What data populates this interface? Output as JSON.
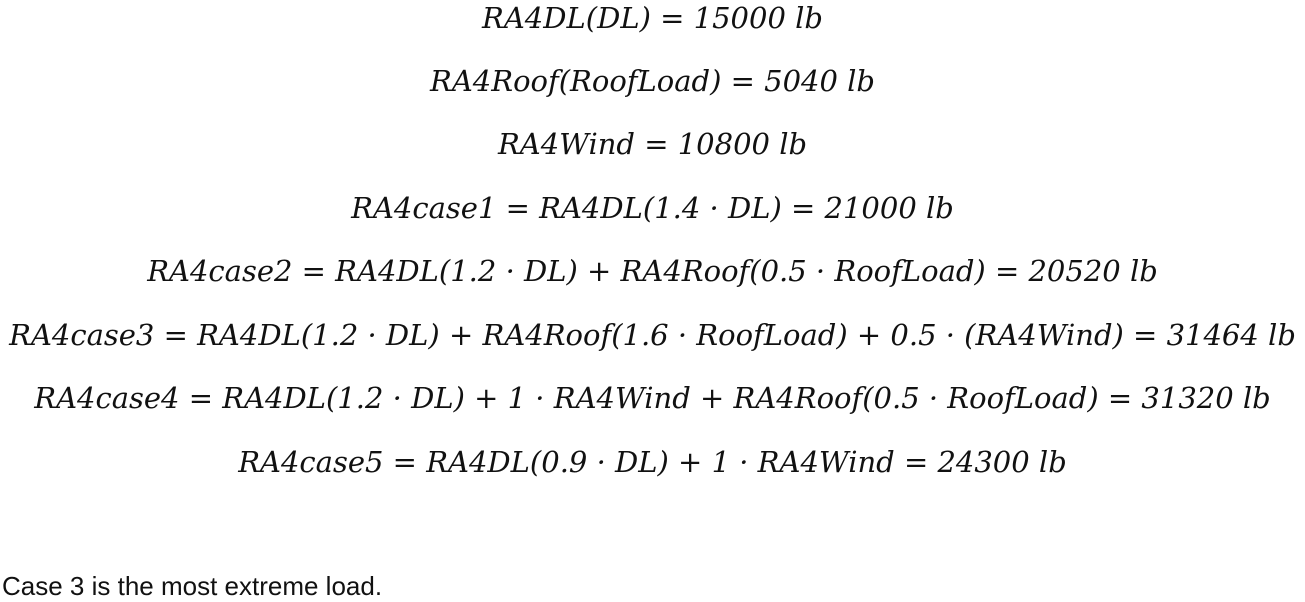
{
  "equations": [
    "RA4DL(DL) =  15000 lb",
    "RA4Roof(RoofLoad) = 5040 lb",
    "RA4Wind = 10800 lb",
    "RA4case1 = RA4DL(1.4 · DL) = 21000 lb",
    "RA4case2 = RA4DL(1.2 · DL)  +  RA4Roof(0.5 · RoofLoad) = 20520 lb",
    "RA4case3 = RA4DL(1.2 · DL)  +  RA4Roof(1.6 · RoofLoad) + 0.5 · (RA4Wind) = 31464 lb",
    "RA4case4 = RA4DL(1.2 · DL)  + 1 · RA4Wind +  RA4Roof(0.5 · RoofLoad) = 31320 lb",
    "RA4case5 = RA4DL(0.9 · DL)  + 1 · RA4Wind = 24300 lb"
  ],
  "conclusion": "Case 3 is the most extreme load."
}
